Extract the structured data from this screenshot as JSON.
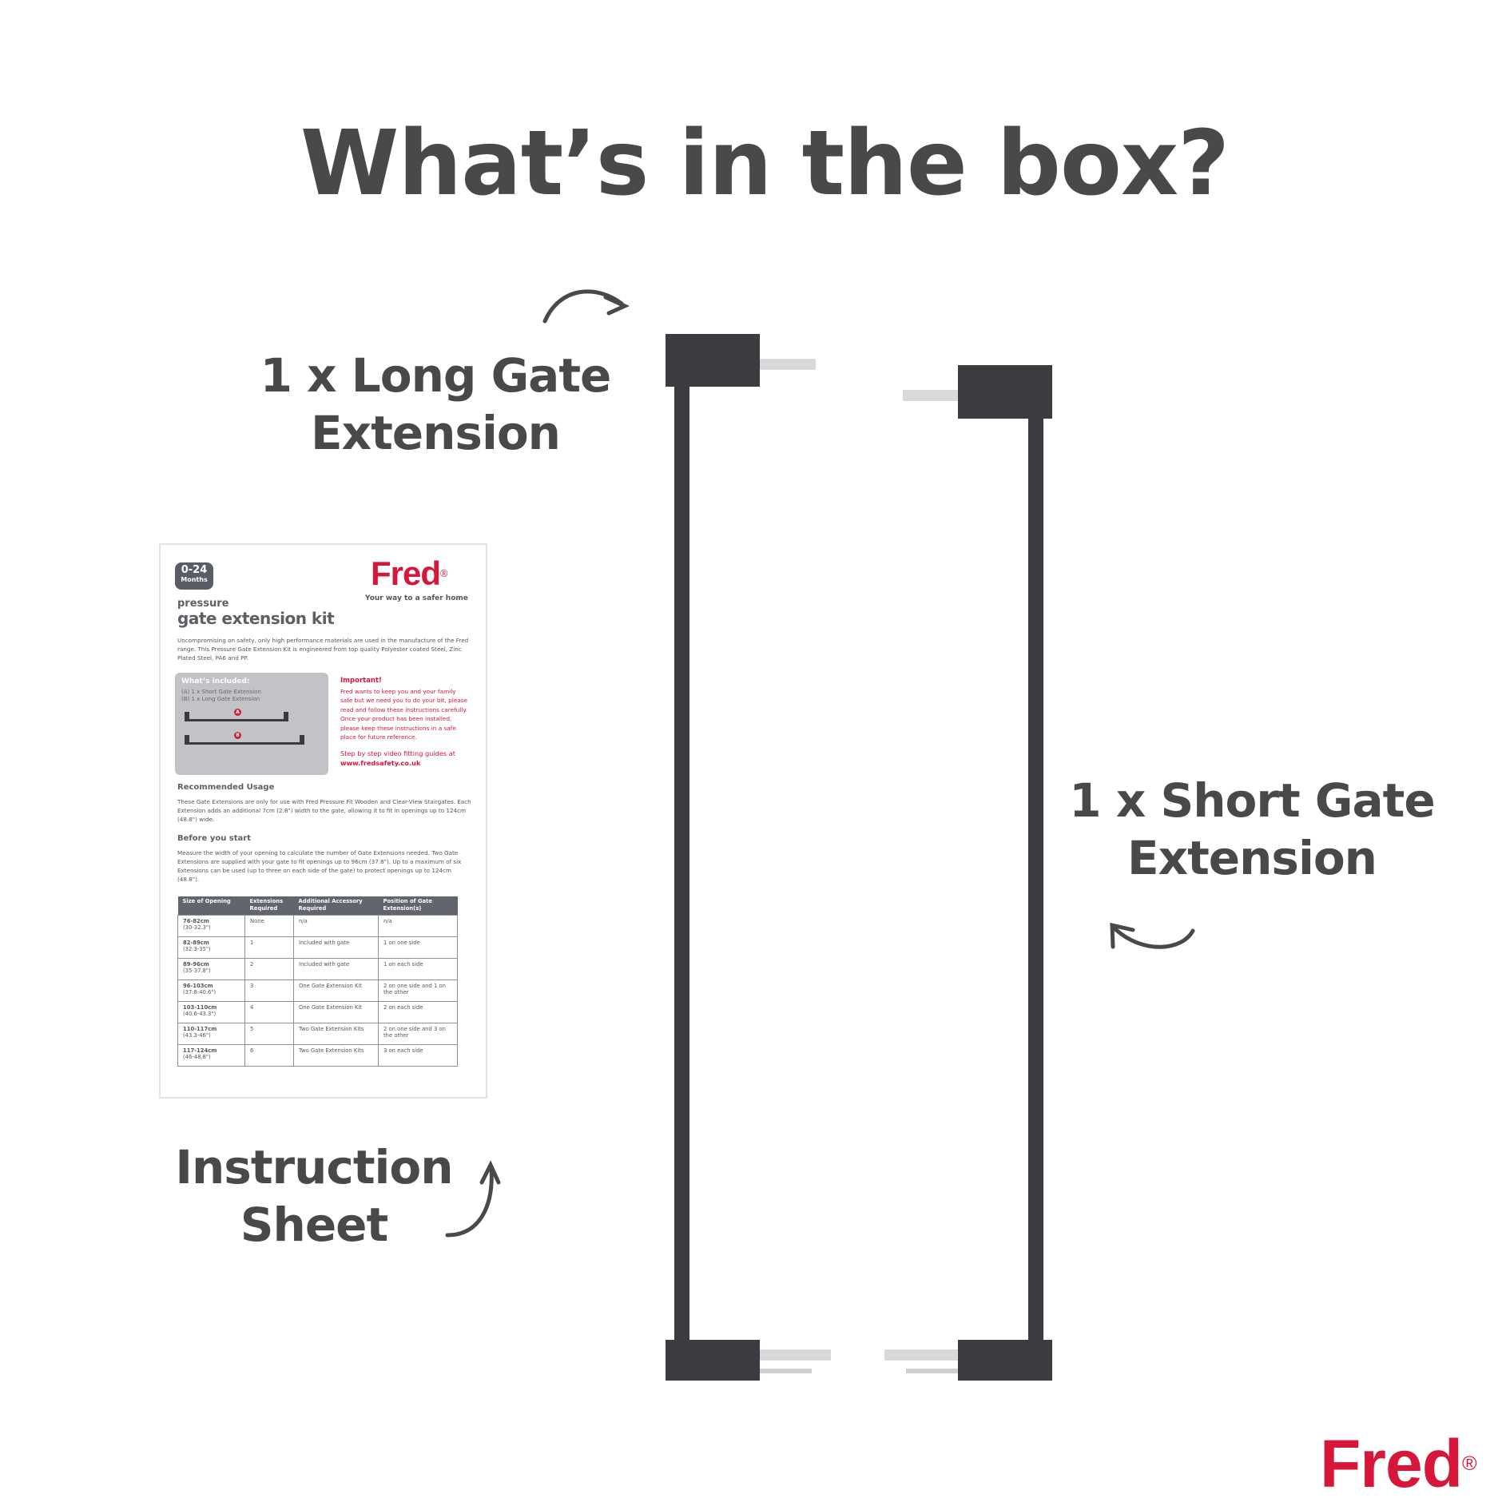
{
  "title": "What’s in the box?",
  "labels": {
    "long_extension": [
      "1 x Long Gate",
      "Extension"
    ],
    "short_extension": [
      "1 x Short Gate",
      "Extension"
    ],
    "instruction_sheet": [
      "Instruction",
      "Sheet"
    ]
  },
  "brand": {
    "name": "Fred",
    "registered": "®",
    "color": "#d6173a"
  },
  "sheet": {
    "age_badge": {
      "range": "0-24",
      "unit": "Months"
    },
    "tagline": "Your way to a safer home",
    "subtitle": "pressure",
    "title": "gate extension kit",
    "intro": "Uncompromising on safety, only high performance materials are used in the manufacture of the Fred range. This Pressure Gate Extension Kit is engineered from top quality Polyester coated Steel, Zinc Plated Steel, PA6 and PP.",
    "included": {
      "heading": "What’s included:",
      "items": [
        "(A)  1 x Short Gate Extension",
        "(B)  1 x Long Gate Extension"
      ],
      "markers": [
        "A",
        "B"
      ]
    },
    "important": {
      "heading": "Important!",
      "body": "Fred wants to keep you and your family safe but we need you to do your bit, please read and follow these instructions carefully. Once your product has been installed, please keep these instructions in a safe place for future reference.",
      "video_text": "Step by step video fitting guides at",
      "url": "www.fredsafety.co.uk"
    },
    "usage": {
      "heading": "Recommended Usage",
      "body": "These Gate Extensions are only for use with Fred Pressure Fit Wooden and Clear-View Stairgates. Each Extension adds an additional 7cm (2.8\") width to the gate, allowing it to fit in openings up to 124cm (48.8\") wide."
    },
    "before": {
      "heading": "Before you start",
      "body": "Measure the width of your opening to calculate the number of Gate Extensions needed. Two Gate Extensions are supplied with your gate to fit openings up to 96cm (37.8\"). Up to a maximum of six Extensions can be used (up to three on each side of the gate) to protect openings up to 124cm (48.8\")."
    },
    "table": {
      "headers": [
        "Size of Opening",
        "Extensions Required",
        "Additional Accessory Required",
        "Position of Gate Extension(s)"
      ],
      "rows": [
        [
          "76-82cm",
          "(30-32.3\")",
          "None",
          "n/a",
          "n/a"
        ],
        [
          "82-89cm",
          "(32.3-35\")",
          "1",
          "Included with gate",
          "1 on one side"
        ],
        [
          "89-96cm",
          "(35-37.8\")",
          "2",
          "Included with gate",
          "1 on each side"
        ],
        [
          "96-103cm",
          "(37.8-40.6\")",
          "3",
          "One Gate Extension Kit",
          "2 on one side and 1 on the other"
        ],
        [
          "103-110cm",
          "(40.6-43.3\")",
          "4",
          "One Gate Extension Kit",
          "2 on each side"
        ],
        [
          "110-117cm",
          "(43.3-46\")",
          "5",
          "Two Gate Extension Kits",
          "2 on one side and 3 on the other"
        ],
        [
          "117-124cm",
          "(46-48.8\")",
          "6",
          "Two Gate Extension Kits",
          "3 on each side"
        ]
      ]
    }
  }
}
